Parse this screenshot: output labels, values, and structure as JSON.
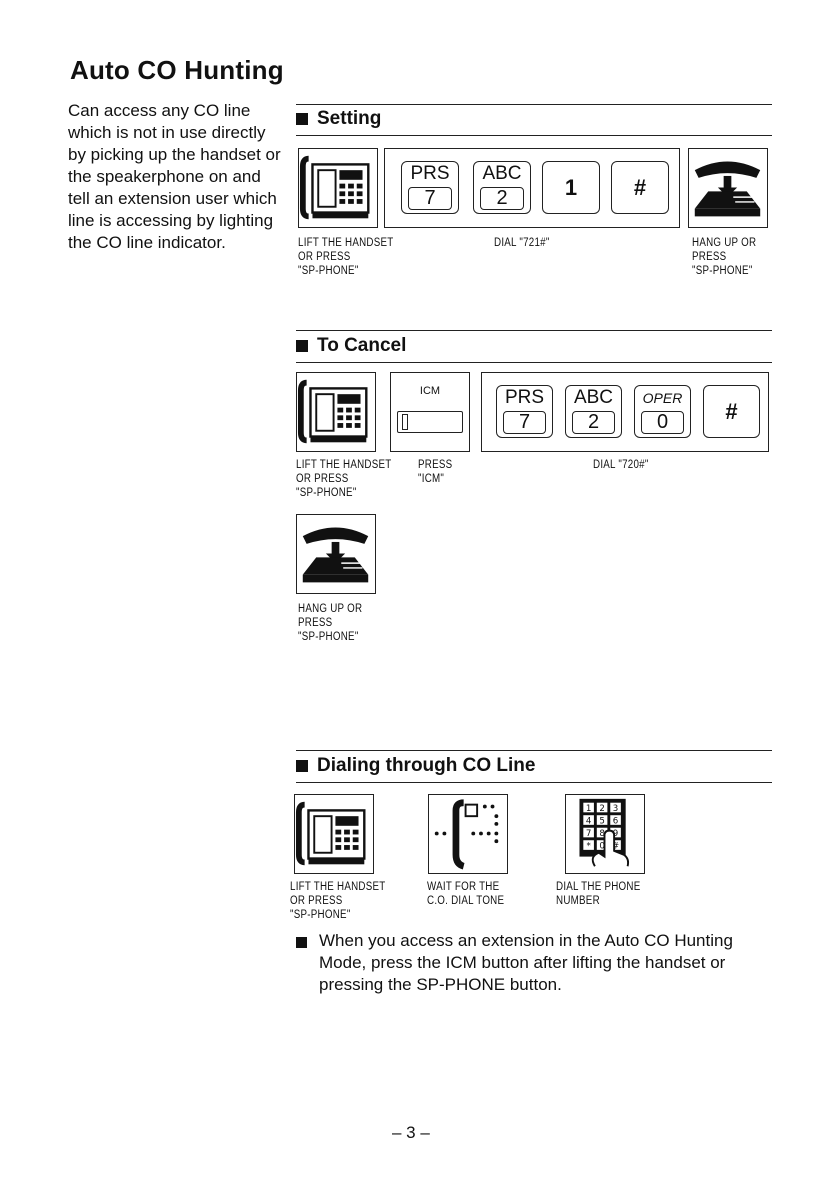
{
  "title": "Auto CO Hunting",
  "intro": "Can access any CO line which is not in use directly by picking up the handset or the speakerphone on and tell an extension user which line is accessing by lighting the CO line indicator.",
  "sections": {
    "setting": {
      "heading": "Setting",
      "keys": [
        {
          "top": "PRS",
          "bottom": "7"
        },
        {
          "top": "ABC",
          "bottom": "2"
        },
        {
          "label": "1"
        },
        {
          "label": "#"
        }
      ],
      "captions": [
        "LIFT THE HANDSET\nOR PRESS\n\"SP-PHONE\"",
        "DIAL \"721#\"",
        "HANG UP OR\nPRESS\n\"SP-PHONE\""
      ]
    },
    "cancel": {
      "heading": "To Cancel",
      "icm_label": "ICM",
      "keys": [
        {
          "top": "PRS",
          "bottom": "7"
        },
        {
          "top": "ABC",
          "bottom": "2"
        },
        {
          "top": "OPER",
          "bottom": "0"
        },
        {
          "label": "#"
        }
      ],
      "captions": [
        "LIFT THE HANDSET\nOR PRESS\n\"SP-PHONE\"",
        "PRESS\n\"ICM\"",
        "DIAL \"720#\"",
        "HANG UP OR\nPRESS\n\"SP-PHONE\""
      ]
    },
    "dialing": {
      "heading": "Dialing through CO Line",
      "keypad": [
        "1",
        "2",
        "3",
        "4",
        "5",
        "6",
        "7",
        "8",
        "9",
        "*",
        "0",
        "#"
      ],
      "captions": [
        "LIFT THE HANDSET\nOR PRESS\n\"SP-PHONE\"",
        "WAIT FOR THE\nC.O. DIAL TONE",
        "DIAL THE PHONE\nNUMBER"
      ]
    }
  },
  "note": "When you access an extension in the Auto CO Hunting Mode, press the ICM button after lifting the handset or pressing the SP-PHONE button.",
  "page_number": "– 3 –",
  "icons": [
    "lift-handset-icon",
    "hang-up-icon",
    "icm-button-icon",
    "dial-tone-icon",
    "keypad-press-icon"
  ]
}
